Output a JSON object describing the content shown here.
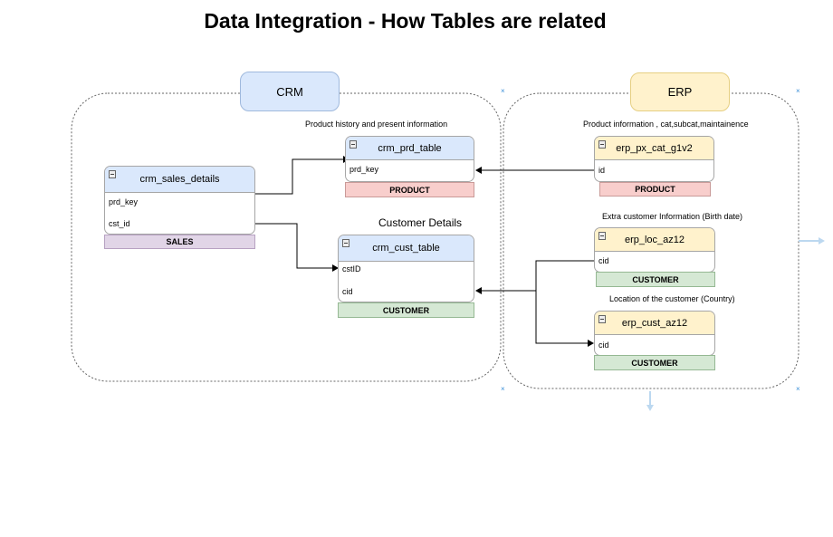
{
  "title": "Data Integration - How Tables are related",
  "groups": {
    "crm": "CRM",
    "erp": "ERP"
  },
  "notes": {
    "crm_prd": "Product history and present information",
    "crm_cust": "Customer Details",
    "erp_px": "Product information , cat,subcat,maintainence",
    "erp_loc": "Extra customer Information (Birth date)",
    "erp_cust": "Location of the customer (Country)"
  },
  "tables": {
    "crm_sales_details": {
      "name": "crm_sales_details",
      "fields": [
        "prd_key",
        "cst_id"
      ],
      "tag": "SALES"
    },
    "crm_prd_table": {
      "name": "crm_prd_table",
      "fields": [
        "prd_key"
      ],
      "tag": "PRODUCT"
    },
    "crm_cust_table": {
      "name": "crm_cust_table",
      "fields": [
        "cstID",
        "cid"
      ],
      "tag": "CUSTOMER"
    },
    "erp_px_cat_g1v2": {
      "name": "erp_px_cat_g1v2",
      "fields": [
        "id"
      ],
      "tag": "PRODUCT"
    },
    "erp_loc_az12": {
      "name": "erp_loc_az12",
      "fields": [
        "cid"
      ],
      "tag": "CUSTOMER"
    },
    "erp_cust_az12": {
      "name": "erp_cust_az12",
      "fields": [
        "cid"
      ],
      "tag": "CUSTOMER"
    }
  },
  "colors": {
    "blue_header": "#dae8fc",
    "yellow_header": "#fff2cc",
    "product_tag": "#f8cecc",
    "sales_tag": "#e1d5e7",
    "customer_tag": "#d5e8d4"
  }
}
